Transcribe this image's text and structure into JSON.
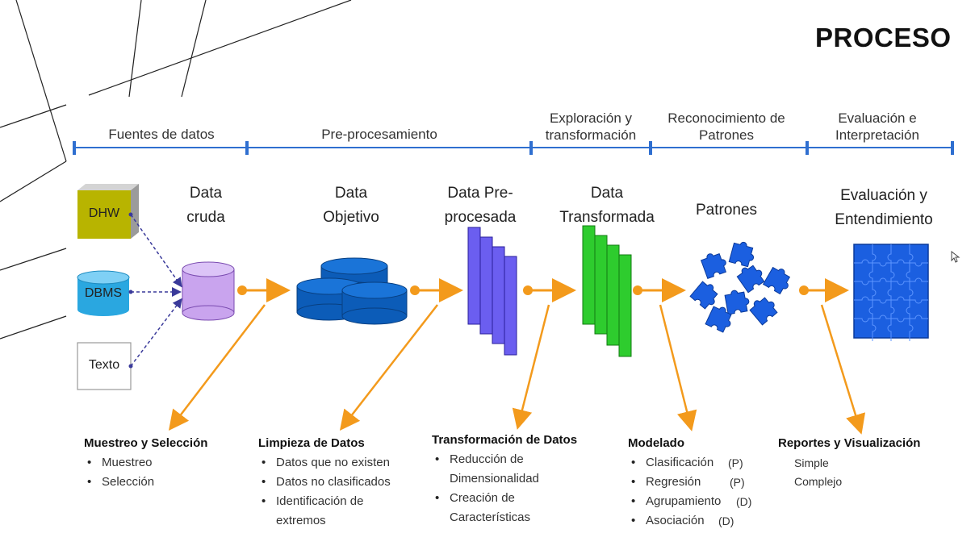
{
  "title": "PROCESO",
  "phases": [
    {
      "label": "Fuentes de datos"
    },
    {
      "label": "Pre-procesamiento"
    },
    {
      "label": "Exploración y transformación"
    },
    {
      "label": "Reconocimiento de Patrones"
    },
    {
      "label": "Evaluación e Interpretación"
    }
  ],
  "sources": {
    "dhw": "DHW",
    "dbms": "DBMS",
    "text": "Texto"
  },
  "stages": [
    {
      "label": "Data cruda"
    },
    {
      "label": "Data Objetivo"
    },
    {
      "label": "Data Pre-procesada"
    },
    {
      "label": "Data Transformada"
    },
    {
      "label": "Patrones"
    },
    {
      "label": "Evaluación y Entendimiento"
    }
  ],
  "sections": {
    "muestreo": {
      "title": "Muestreo y Selección",
      "items": [
        "Muestreo",
        "Selección"
      ]
    },
    "limpieza": {
      "title": "Limpieza de Datos",
      "items": [
        "Datos que no existen",
        "Datos no clasificados",
        "Identificación de extremos"
      ]
    },
    "transformacion": {
      "title": "Transformación de Datos",
      "items": [
        "Reducción de Dimensionalidad",
        "Creación de Características"
      ]
    },
    "modelado": {
      "title": "Modelado",
      "items": [
        "Clasificación",
        "Regresión",
        "Agrupamiento",
        "Asociación"
      ],
      "tags": [
        "(P)",
        "(P)",
        "(D)",
        "(D)"
      ]
    },
    "reportes": {
      "title": "Reportes y Visualización",
      "items": [
        "Simple",
        "Complejo"
      ]
    }
  },
  "colors": {
    "timeline": "#2f6fd0",
    "arrow": "#f39a1c",
    "dhw": "#b8b400",
    "dbms": "#2aa7e0",
    "cylinder": "#c9a4ee",
    "objective": "#0c5cb8",
    "preprocessed": "#6b5ef0",
    "transformed": "#2ecc2e",
    "puzzle": "#1b5fe0"
  }
}
